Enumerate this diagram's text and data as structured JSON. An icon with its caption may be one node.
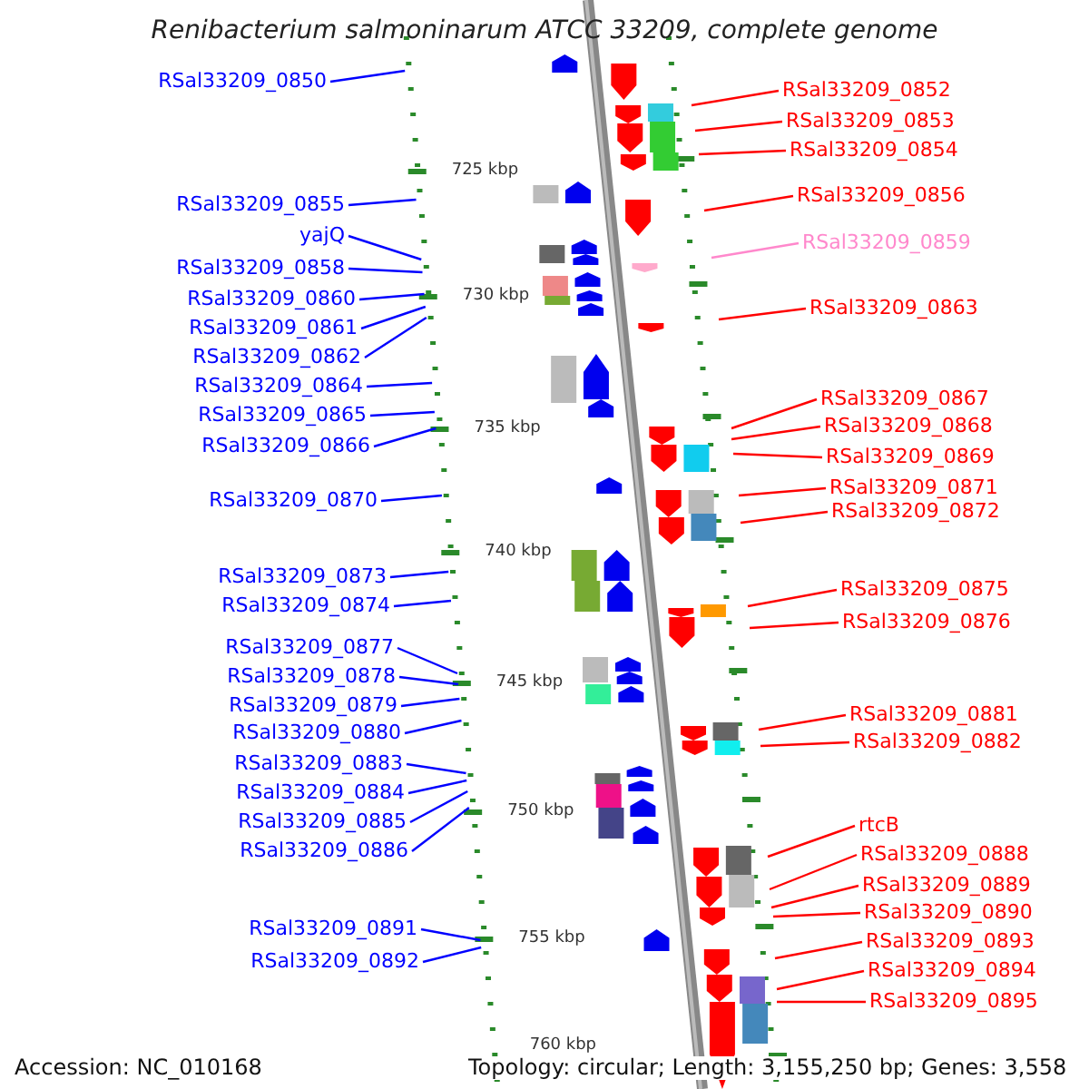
{
  "diagram": {
    "title": "Renibacterium salmoninarum ATCC 33209, complete genome",
    "nodes": [
      {
        "text": [
          "RSal33209_0850"
        ]
      },
      {
        "text": [
          "RSal33209_0855"
        ]
      },
      {
        "text": [
          "yajQ"
        ]
      },
      {
        "text": [
          "RSal33209_0858"
        ]
      },
      {
        "text": [
          "RSal33209_0860"
        ]
      },
      {
        "text": [
          "RSal33209_0861"
        ]
      },
      {
        "text": [
          "RSal33209_0862"
        ]
      },
      {
        "text": [
          "RSal33209_0864"
        ]
      },
      {
        "text": [
          "RSal33209_0865"
        ]
      },
      {
        "text": [
          "RSal33209_0866"
        ]
      },
      {
        "text": [
          "RSal33209_0870"
        ]
      },
      {
        "text": [
          "RSal33209_0873"
        ]
      },
      {
        "text": [
          "RSal33209_0874"
        ]
      },
      {
        "text": [
          "RSal33209_0877"
        ]
      },
      {
        "text": [
          "RSal33209_0878"
        ]
      },
      {
        "text": [
          "RSal33209_0879"
        ]
      },
      {
        "text": [
          "RSal33209_0880"
        ]
      },
      {
        "text": [
          "RSal33209_0883"
        ]
      },
      {
        "text": [
          "RSal33209_0884"
        ]
      },
      {
        "text": [
          "RSal33209_0885"
        ]
      },
      {
        "text": [
          "RSal33209_0886"
        ]
      },
      {
        "text": [
          "RSal33209_0891"
        ]
      },
      {
        "text": [
          "RSal33209_0892"
        ]
      },
      {
        "text": [
          "RSal33209_0852"
        ]
      },
      {
        "text": [
          "RSal33209_0853"
        ]
      },
      {
        "text": [
          "RSal33209_0854"
        ]
      },
      {
        "text": [
          "RSal33209_0856"
        ]
      },
      {
        "text": [
          "RSal33209_0859"
        ]
      },
      {
        "text": [
          "RSal33209_0863"
        ]
      },
      {
        "text": [
          "RSal33209_0867"
        ]
      },
      {
        "text": [
          "RSal33209_0868"
        ]
      },
      {
        "text": [
          "RSal33209_0869"
        ]
      },
      {
        "text": [
          "RSal33209_0871"
        ]
      },
      {
        "text": [
          "RSal33209_0872"
        ]
      },
      {
        "text": [
          "RSal33209_0875"
        ]
      },
      {
        "text": [
          "RSal33209_0876"
        ]
      },
      {
        "text": [
          "RSal33209_0881"
        ]
      },
      {
        "text": [
          "RSal33209_0882"
        ]
      },
      {
        "text": [
          "rtcB"
        ]
      },
      {
        "text": [
          "RSal33209_0888"
        ]
      },
      {
        "text": [
          "RSal33209_0889"
        ]
      },
      {
        "text": [
          "RSal33209_0890"
        ]
      },
      {
        "text": [
          "RSal33209_0893"
        ]
      },
      {
        "text": [
          "RSal33209_0894"
        ]
      },
      {
        "text": [
          "RSal33209_0895"
        ]
      }
    ],
    "edges": [
      {
        "from": 0,
        "to": null,
        "arrow": "none"
      },
      {
        "from": 1,
        "to": null,
        "arrow": "none"
      },
      {
        "from": 2,
        "to": null,
        "arrow": "none"
      },
      {
        "from": 3,
        "to": null,
        "arrow": "none"
      },
      {
        "from": 4,
        "to": null,
        "arrow": "none"
      },
      {
        "from": 5,
        "to": null,
        "arrow": "none"
      },
      {
        "from": 6,
        "to": null,
        "arrow": "none"
      },
      {
        "from": 7,
        "to": null,
        "arrow": "none"
      },
      {
        "from": 8,
        "to": null,
        "arrow": "none"
      },
      {
        "from": 9,
        "to": null,
        "arrow": "none"
      },
      {
        "from": 10,
        "to": null,
        "arrow": "none"
      },
      {
        "from": 11,
        "to": null,
        "arrow": "none"
      },
      {
        "from": 12,
        "to": null,
        "arrow": "none"
      },
      {
        "from": 13,
        "to": null,
        "arrow": "none"
      },
      {
        "from": 14,
        "to": null,
        "arrow": "none"
      },
      {
        "from": 15,
        "to": null,
        "arrow": "none"
      },
      {
        "from": 16,
        "to": null,
        "arrow": "none"
      },
      {
        "from": 17,
        "to": null,
        "arrow": "none"
      },
      {
        "from": 18,
        "to": null,
        "arrow": "none"
      },
      {
        "from": 19,
        "to": null,
        "arrow": "none"
      },
      {
        "from": 20,
        "to": null,
        "arrow": "none"
      },
      {
        "from": 21,
        "to": null,
        "arrow": "none"
      },
      {
        "from": 22,
        "to": null,
        "arrow": "none"
      },
      {
        "from": 23,
        "to": null,
        "arrow": "none",
        "color": "#ff0000"
      },
      {
        "from": 24,
        "to": null,
        "arrow": "none",
        "color": "#ff0000"
      },
      {
        "from": 25,
        "to": null,
        "arrow": "none",
        "color": "#ff0000"
      },
      {
        "from": 26,
        "to": null,
        "arrow": "none",
        "color": "#ff0000"
      },
      {
        "from": 27,
        "to": null,
        "arrow": "none",
        "color": "#ff88cc"
      },
      {
        "from": 28,
        "to": null,
        "arrow": "none",
        "color": "#ff0000"
      },
      {
        "from": 29,
        "to": null,
        "arrow": "none",
        "color": "#ff0000"
      },
      {
        "from": 30,
        "to": null,
        "arrow": "none",
        "color": "#ff0000"
      },
      {
        "from": 31,
        "to": null,
        "arrow": "none",
        "color": "#ff0000"
      },
      {
        "from": 32,
        "to": null,
        "arrow": "none",
        "color": "#ff0000"
      },
      {
        "from": 33,
        "to": null,
        "arrow": "none",
        "color": "#ff0000"
      },
      {
        "from": 34,
        "to": null,
        "arrow": "none",
        "color": "#ff0000"
      },
      {
        "from": 35,
        "to": null,
        "arrow": "none",
        "color": "#ff0000"
      },
      {
        "from": 36,
        "to": null,
        "arrow": "none",
        "color": "#ff0000"
      },
      {
        "from": 37,
        "to": null,
        "arrow": "none",
        "color": "#ff0000"
      },
      {
        "from": 38,
        "to": null,
        "arrow": "none",
        "color": "#ff0000"
      },
      {
        "from": 39,
        "to": null,
        "arrow": "none",
        "color": "#ff0000"
      },
      {
        "from": 40,
        "to": null,
        "arrow": "none",
        "color": "#ff0000"
      },
      {
        "from": 41,
        "to": null,
        "arrow": "none",
        "color": "#ff0000"
      },
      {
        "from": 42,
        "to": null,
        "arrow": "none",
        "color": "#ff0000"
      },
      {
        "from": 43,
        "to": null,
        "arrow": "none",
        "color": "#ff0000"
      },
      {
        "from": 44,
        "to": null,
        "arrow": "none",
        "color": "#ff0000"
      }
    ],
    "labels": [
      "725 kbp",
      "730 kbp",
      "735 kbp",
      "740 kbp",
      "745 kbp",
      "750 kbp",
      "755 kbp",
      "760 kbp",
      "Accession: NC_010168",
      "Topology: circular; Length: 3,155,250 bp; Genes: 3,558"
    ]
  }
}
